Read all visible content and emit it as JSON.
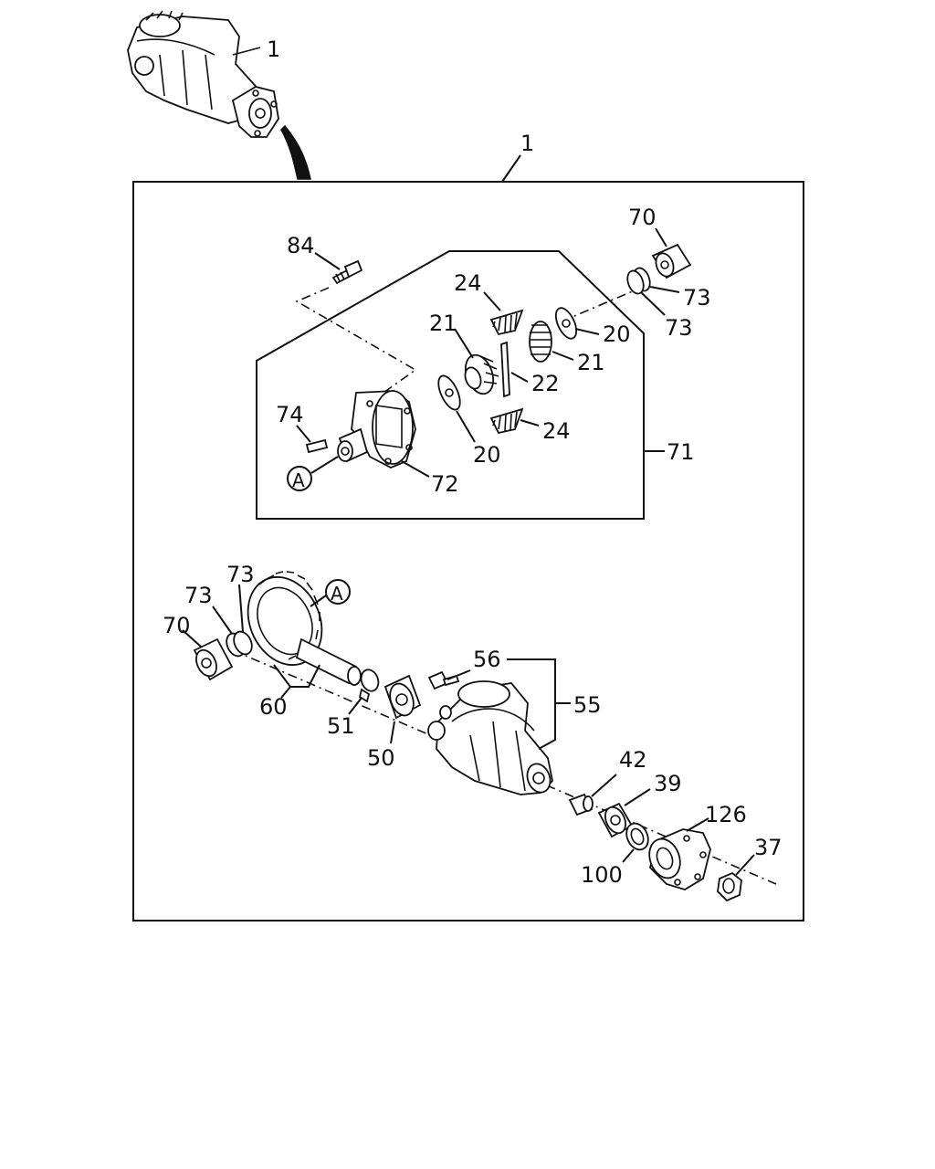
{
  "labels": {
    "top_assembly": "1",
    "frame_assembly": "1",
    "bolt_84": "84",
    "gear_24_upper": "24",
    "gear_21_left": "21",
    "gear_21_right": "21",
    "washer_20_right": "20",
    "washer_20_left": "20",
    "pin_22": "22",
    "gear_24_lower": "24",
    "bearing_70_top": "70",
    "shim_73_top_a": "73",
    "shim_73_top_b": "73",
    "pin_74": "74",
    "case_72": "72",
    "subassembly_71": "71",
    "ref_a_upper": "A",
    "ref_a_lower": "A",
    "shim_73_bottom_a": "73",
    "shim_73_bottom_b": "73",
    "bearing_70_bottom": "70",
    "gear_set_60": "60",
    "spacer_51": "51",
    "bearing_50": "50",
    "bolt_56": "56",
    "carrier_55": "55",
    "spacer_42": "42",
    "bearing_39": "39",
    "seal_100": "100",
    "flange_126": "126",
    "nut_37": "37"
  }
}
